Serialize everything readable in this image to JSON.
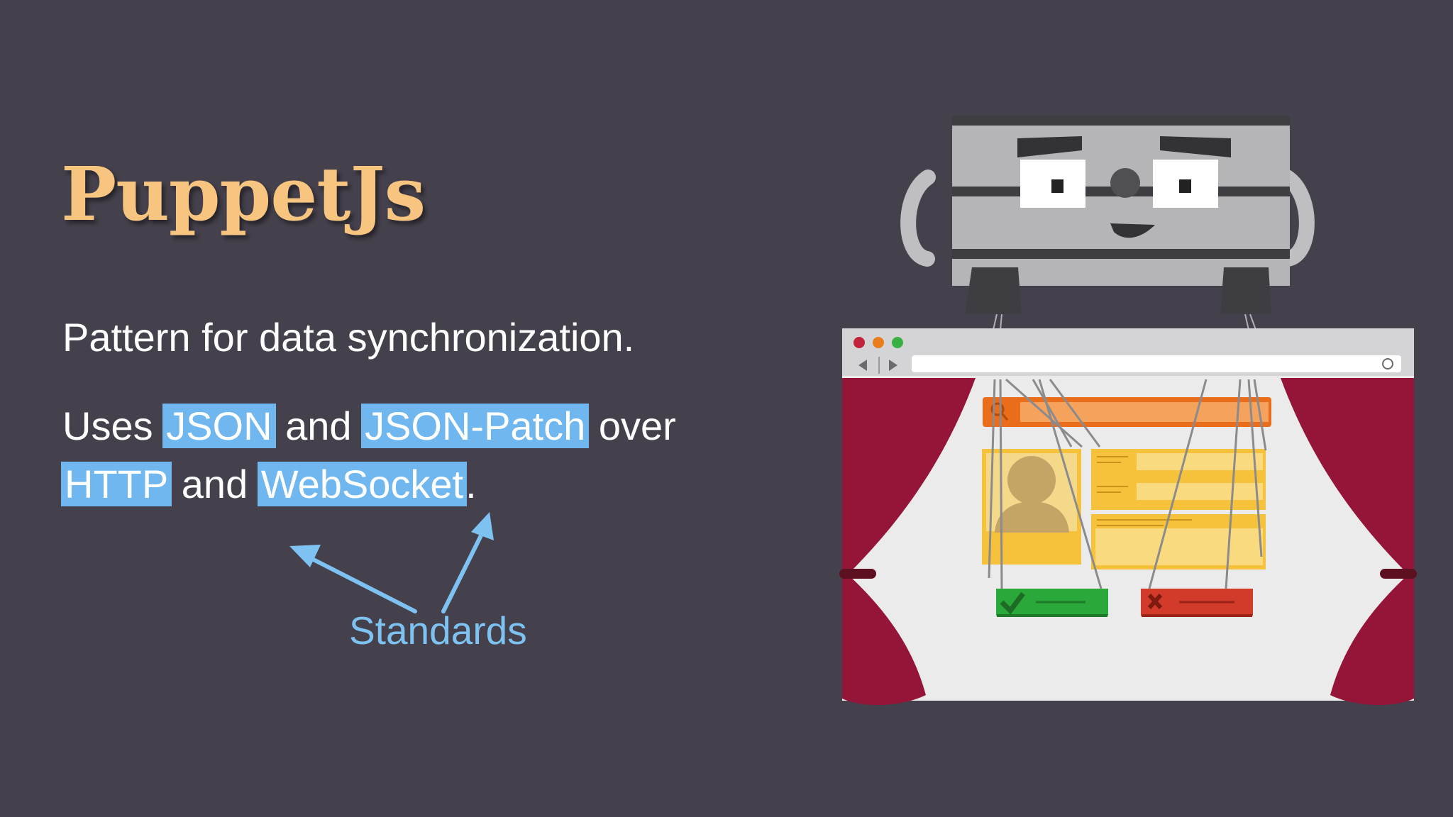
{
  "title": "PuppetJs",
  "subtitle": "Pattern for data synchronization.",
  "uses": {
    "prefix": "Uses",
    "json": "JSON",
    "and1": "and",
    "json_patch": "JSON-Patch",
    "over": "over",
    "http": "HTTP",
    "and2": "and",
    "websocket": "WebSocket",
    "period": "."
  },
  "annotation": "Standards",
  "colors": {
    "background": "#45414c",
    "title": "#f8c580",
    "highlight": "#6fb7ee",
    "annotation": "#7ec2f2"
  },
  "illustration": {
    "icons": [
      "puppeteer-robot",
      "browser-window",
      "stage-curtains",
      "search-bar",
      "profile-card",
      "text-fields",
      "accept-button",
      "reject-button"
    ]
  }
}
